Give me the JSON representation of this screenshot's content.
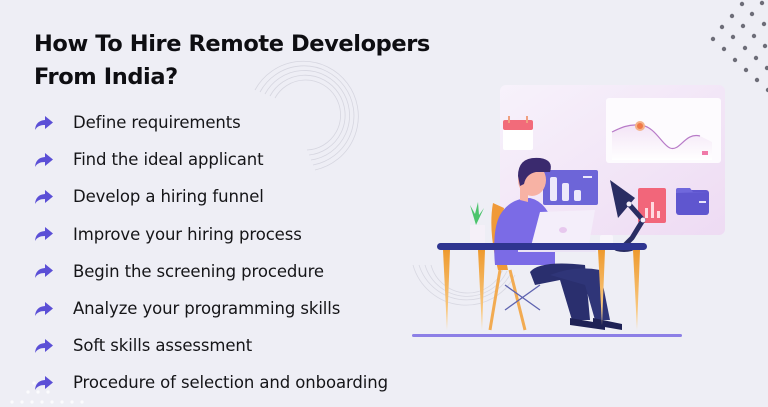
{
  "header": {
    "title_line1": "How To Hire Remote Developers",
    "title_line2": "From India?"
  },
  "steps": [
    {
      "icon": "share-arrow-icon",
      "label": "Define requirements"
    },
    {
      "icon": "share-arrow-icon",
      "label": "Find the ideal applicant"
    },
    {
      "icon": "share-arrow-icon",
      "label": "Develop a hiring funnel"
    },
    {
      "icon": "share-arrow-icon",
      "label": "Improve your hiring process"
    },
    {
      "icon": "share-arrow-icon",
      "label": "Begin the screening procedure"
    },
    {
      "icon": "share-arrow-icon",
      "label": "Analyze your programming skills"
    },
    {
      "icon": "share-arrow-icon",
      "label": "Soft skills assessment"
    },
    {
      "icon": "share-arrow-icon",
      "label": "Procedure of selection and onboarding"
    }
  ],
  "colors": {
    "background": "#eeeef5",
    "accent": "#5b4fd6",
    "title": "#0e0e12",
    "desk_top": "#2e3590",
    "desk_legs": "#f0a33c",
    "shirt": "#7b6be6",
    "pants": "#2a2f6e",
    "panel": "#f6e8f8"
  },
  "illustration": {
    "description": "man-working-at-laptop-desk"
  }
}
